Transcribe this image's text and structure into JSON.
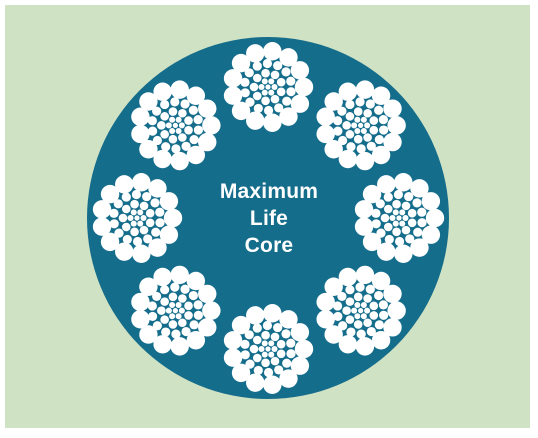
{
  "diagram": {
    "core_label_lines": [
      "Maximum",
      "Life",
      "Core"
    ],
    "strand_count": 8,
    "colors": {
      "background": "#d0e2c4",
      "cable": "#156d8c",
      "wire": "#ffffff"
    }
  }
}
